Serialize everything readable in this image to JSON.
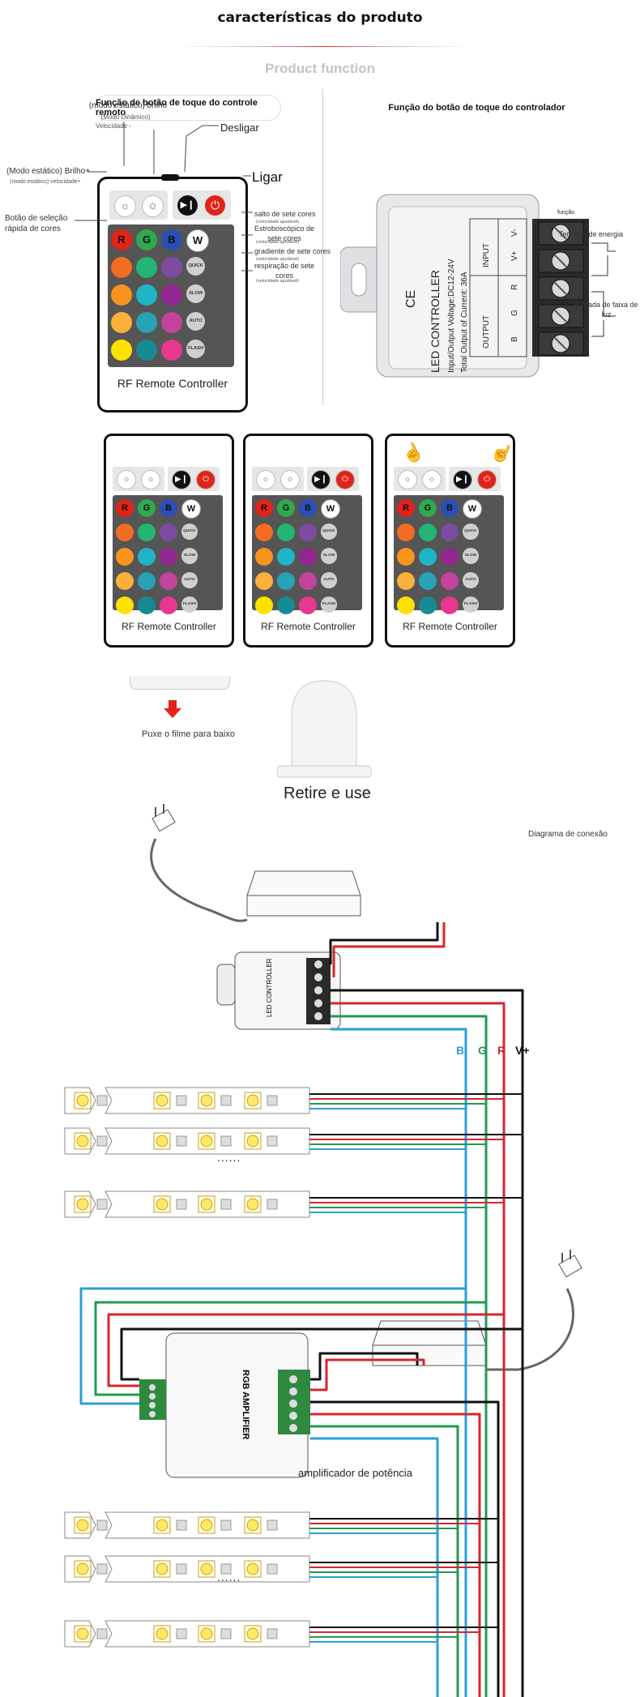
{
  "title": "características do produto",
  "subtitle": "Product function",
  "left_panel_title": "Função de botão de toque do controle remoto",
  "right_panel_title": "Função do botão de toque do controlador",
  "remote_labels": {
    "static_brightness": "(modo estático) brilho",
    "dynamic_mode": "(Modo Dinâmico)",
    "speed": "Velocidade -",
    "off": "Desligar",
    "on": "Ligar",
    "static_brightness_plus": "(Modo estático) Brilho+",
    "dynamic_speed_plus": "(modo estático) velocidade+",
    "color_quick_select": "Botão de seleção rápida de cores",
    "seven_color_jump": "salto de sete cores",
    "seven_color_jump_note": "(velocidade ajustável)",
    "strobe": "Estroboscópico de sete cores",
    "strobe_note": "(velocidade ajustável)",
    "gradient": "gradiente de sete cores",
    "gradient_note": "(velocidade ajustável)",
    "breathing": "respiração de sete cores",
    "breathing_note": "(velocidade ajustável)"
  },
  "remote": {
    "name": "RF Remote Controller",
    "rgbw": [
      "R",
      "G",
      "B",
      "W"
    ],
    "modes": [
      "QUICK",
      "SLOW",
      "AUTO",
      "FLASH"
    ],
    "colors": {
      "red": "#e2231a",
      "green": "#2fa84f",
      "blue": "#2b4fb5",
      "white": "#ffffff",
      "orange": "#f26c21",
      "lightgreen": "#22b573",
      "violet": "#7d4ba0",
      "amber": "#f7941d",
      "cyan": "#1fb5c6",
      "purple": "#92278f",
      "yellow2": "#fbb03b",
      "teal": "#27a3b5",
      "magenta": "#c2449d",
      "yellow": "#ffe100",
      "teal2": "#168b94",
      "pink": "#e7378f"
    }
  },
  "controller": {
    "ce": "CE",
    "name": "LED CONTROLLER",
    "spec1": "Input/Output Voltage:DC12-24V",
    "spec2": "Total Output of Current: 36A",
    "output": "OUTPUT",
    "input": "INPUT",
    "pins": [
      "B",
      "G",
      "R",
      "V+",
      "V-"
    ],
    "function_label": "função",
    "power_terminal": "Terminal de energia",
    "strip_input": "Entrada de faixa de luz"
  },
  "steps": {
    "pull_film": "Puxe o filme para baixo",
    "remove_use": "Retire e use"
  },
  "wiring": {
    "title": "Diagrama de conexão",
    "labels": [
      "B",
      "G",
      "R",
      "V+"
    ],
    "amplifier_name": "RGB AMPLIFIER",
    "amplifier_label": "amplificador de potência",
    "dots": "......",
    "wire_colors": {
      "black": "#111111",
      "red": "#d7262c",
      "green": "#1f9b52",
      "blue": "#2b9fd8"
    }
  }
}
